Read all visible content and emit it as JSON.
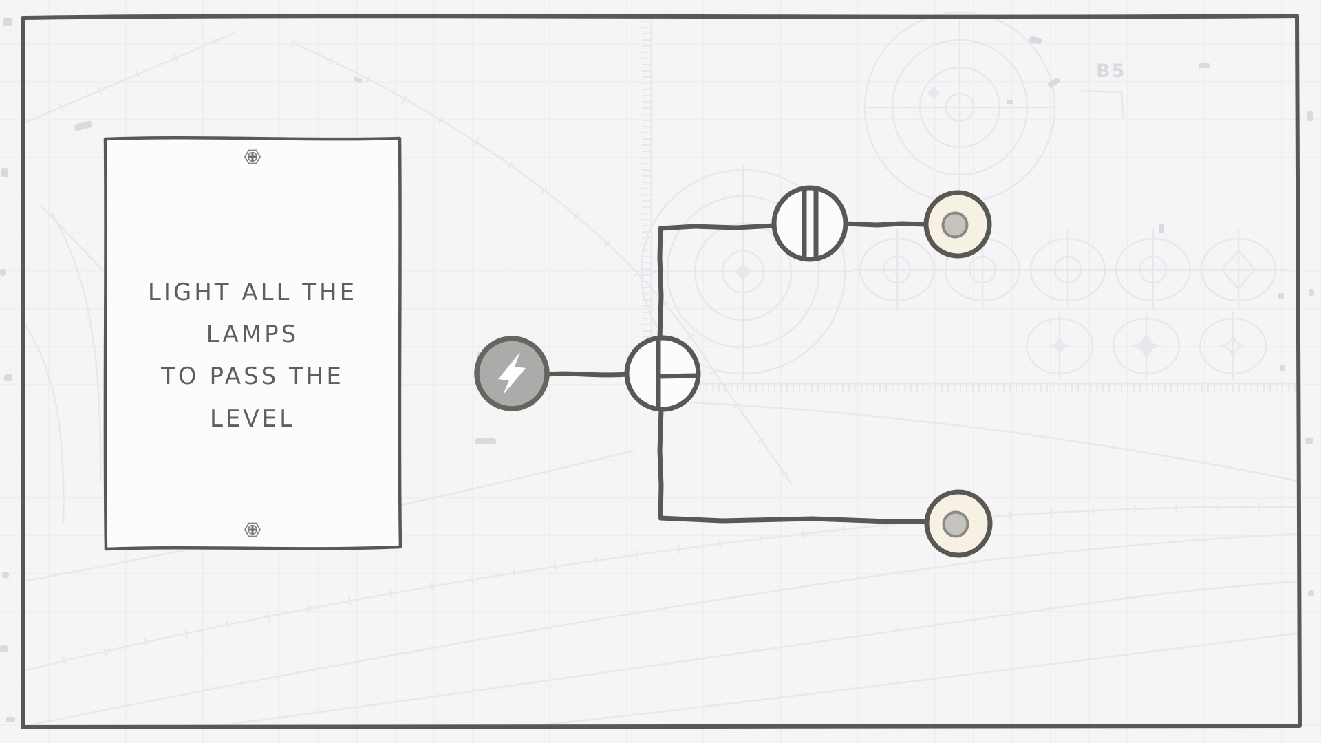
{
  "note": {
    "lines": [
      "LIGHT ALL THE",
      "LAMPS",
      "TO PASS THE",
      "LEVEL"
    ]
  },
  "board": {
    "power_source": {
      "icon": "lightning-bolt",
      "state": "powered"
    },
    "junction": {
      "glyph_connections": "up-down-right",
      "state": "not-aligned"
    },
    "connector": {
      "glyph_connections": "up-down",
      "state": "not-aligned"
    },
    "lamp_top": {
      "state": "unlit"
    },
    "lamp_bottom": {
      "state": "unlit"
    }
  },
  "decor": {
    "stamp": "B5"
  },
  "colors": {
    "bg": "#f5f5f6",
    "grid": "#eeeef2",
    "sketch": "#e7e7ed",
    "smudge": "#d9d9df",
    "ink": "#5a5855",
    "paper": "#fcfcfd",
    "power_fill": "#adabaa",
    "power_ring": "#67655f",
    "lamp_fill": "#f7f1e4",
    "lamp_core": "#c5c3bd",
    "lamp_core_ring": "#8b8983",
    "text_ink": "#5f5d5f",
    "screw": "#85858a"
  }
}
